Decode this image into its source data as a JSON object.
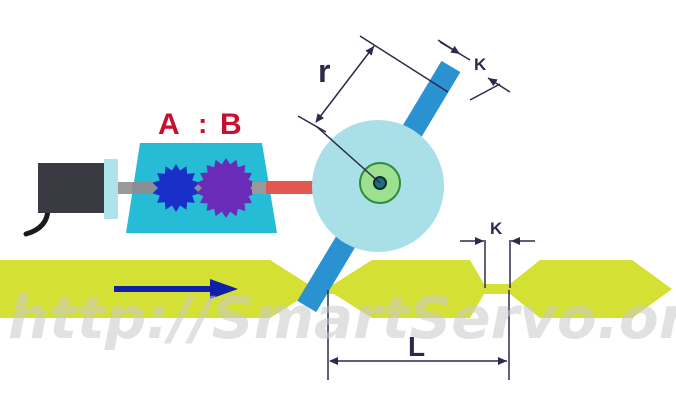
{
  "labels": {
    "ratio_a": "A",
    "ratio_colon": ":",
    "ratio_b": "B",
    "radius": "r",
    "knife_width_top": "K",
    "knife_width_bottom": "K",
    "cut_length": "L"
  },
  "watermark": "http://SmartServo.org",
  "colors": {
    "strip": "#d4e033",
    "gearbox": "#27bcd6",
    "gear_a": "#1a2fc7",
    "gear_b": "#6a2bb8",
    "drum": "#a9e0e8",
    "hub": "#9de08f",
    "blade": "#2a92d1",
    "motor": "#3a3a42",
    "shaft_out": "#e0584f",
    "shaft_in": "#9a9a9a",
    "ratio_text": "#c8102e",
    "dimension": "#2b2a4a",
    "arrow": "#0f1fa8"
  }
}
